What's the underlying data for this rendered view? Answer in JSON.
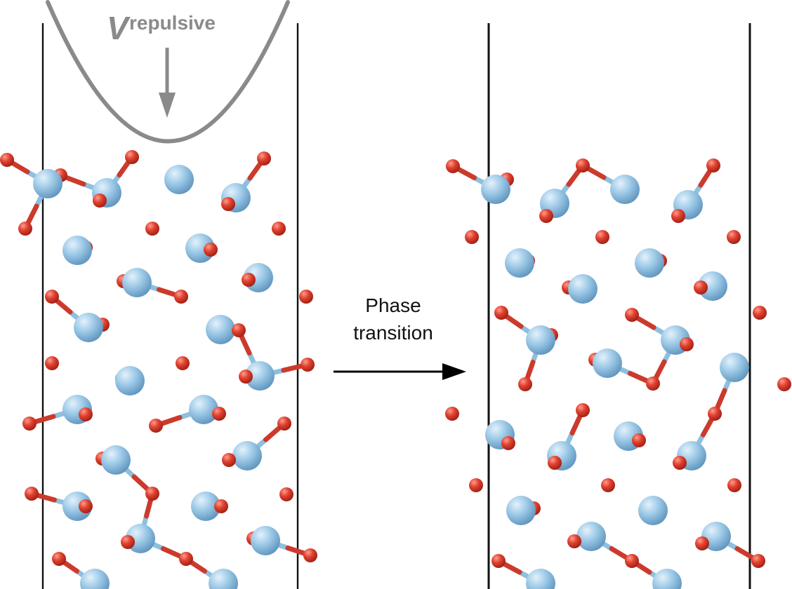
{
  "potential": {
    "symbol": "V",
    "superscript": "repulsive",
    "color": "#8a8a8a"
  },
  "arrow_label": [
    "Phase",
    "transition"
  ],
  "colors": {
    "metal_atom": "#86b8dc",
    "metal_atom_highlight": "#dcecf8",
    "oxygen_atom": "#d8382a",
    "oxygen_atom_highlight": "#ff8a7c",
    "bond_metal_side": "#8ec0de",
    "bond_oxygen_side": "#cc3a2c",
    "cell_line": "#111111"
  },
  "atoms": {
    "metal": "large blue spheres",
    "oxygen": "small red spheres"
  }
}
